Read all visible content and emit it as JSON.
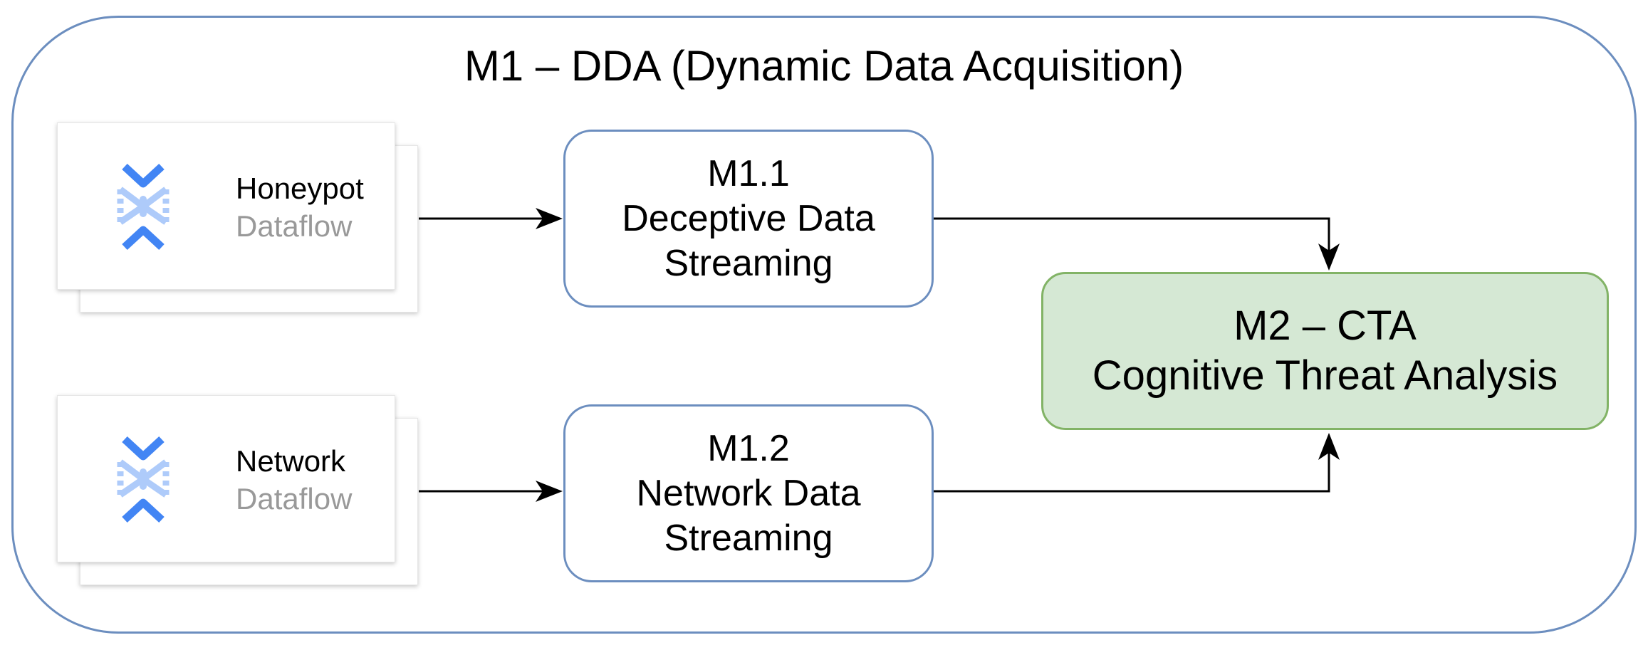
{
  "frame": {
    "title": "M1 – DDA (Dynamic Data Acquisition)"
  },
  "sources": [
    {
      "name": "Honeypot",
      "type": "Dataflow",
      "icon": "dataflow-icon"
    },
    {
      "name": "Network",
      "type": "Dataflow",
      "icon": "dataflow-icon"
    }
  ],
  "modules": {
    "m1_1": {
      "id": "M1.1",
      "line1": "Deceptive Data",
      "line2": "Streaming"
    },
    "m1_2": {
      "id": "M1.2",
      "line1": "Network Data",
      "line2": "Streaming"
    },
    "m2": {
      "id": "M2 – CTA",
      "line1": "Cognitive Threat Analysis"
    }
  },
  "colors": {
    "frame_border": "#6c8ebf",
    "module_border": "#6c8ebf",
    "cta_fill": "#d5e8d4",
    "cta_border": "#82b366",
    "icon_light": "#aecbfa",
    "icon_dark": "#4285f4",
    "secondary_text": "#999999"
  }
}
